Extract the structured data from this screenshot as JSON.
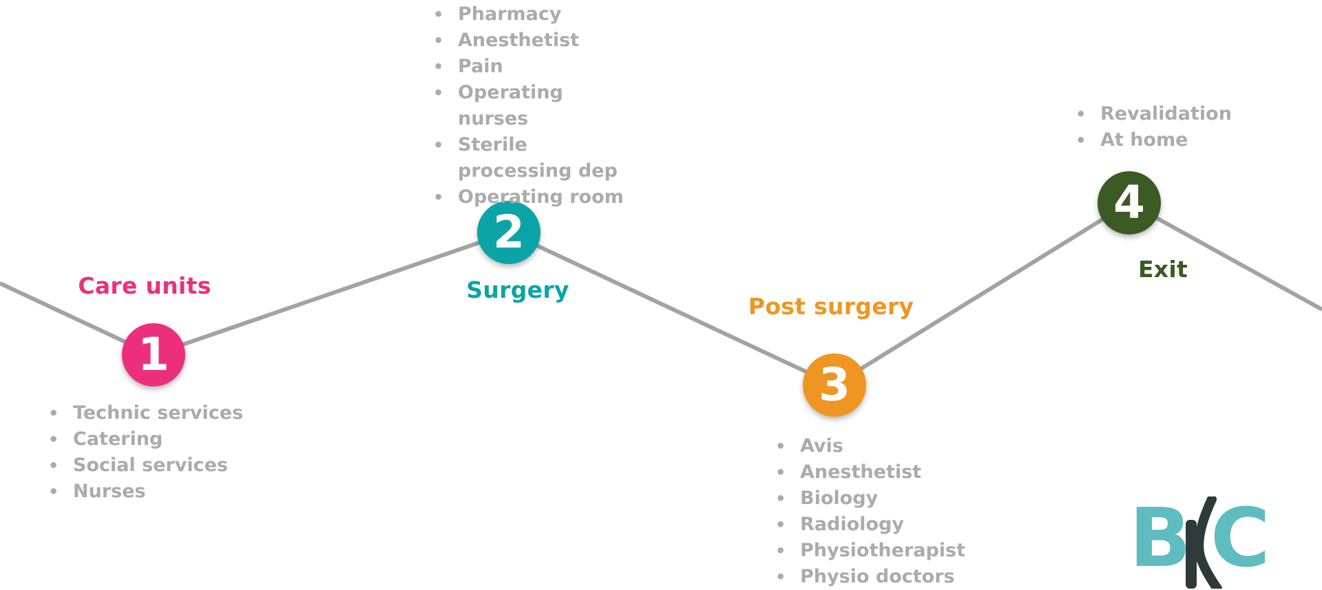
{
  "colors": {
    "line": "#a3a3a3",
    "step1": "#ec2f7c",
    "step2": "#0aa4a6",
    "step3": "#ef9622",
    "step4": "#3b5a24",
    "bullet_text": "#ababab",
    "logo_teal": "#5fbcc0",
    "logo_dark": "#2e3a3a"
  },
  "steps": [
    {
      "number": "1",
      "label": "Care units",
      "items": [
        "Technic services",
        "Catering",
        "Social services",
        "Nurses"
      ]
    },
    {
      "number": "2",
      "label": "Surgery",
      "items": [
        "Pharmacy",
        "Anesthetist",
        "Pain",
        "Operating nurses",
        "Sterile processing dep",
        "Operating room"
      ]
    },
    {
      "number": "3",
      "label": "Post surgery",
      "items": [
        "Avis",
        "Anesthetist",
        "Biology",
        "Radiology",
        "Physiotherapist",
        "Physio doctors"
      ]
    },
    {
      "number": "4",
      "label": "Exit",
      "items": [
        "Revalidation",
        "At home"
      ]
    }
  ],
  "logo": {
    "letter_b": "B",
    "letter_c": "C"
  }
}
